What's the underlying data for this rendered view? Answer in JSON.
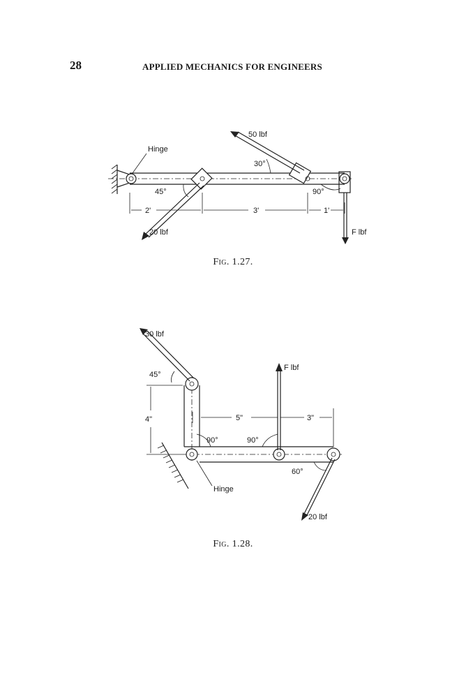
{
  "header": {
    "page_number": "28",
    "running_title": "APPLIED MECHANICS FOR ENGINEERS"
  },
  "figure_1_27": {
    "caption_prefix": "Fig.",
    "caption_number": "1.27.",
    "labels": {
      "hinge": "Hinge",
      "force_top": "50 lbf",
      "force_left": "20 lbf",
      "force_right": "F lbf",
      "angle_30": "30°",
      "angle_45": "45°",
      "angle_90": "90°",
      "dim_2": "2'",
      "dim_3": "3'",
      "dim_1": "1'"
    }
  },
  "figure_1_28": {
    "caption_prefix": "Fig.",
    "caption_number": "1.28.",
    "labels": {
      "force_top": "30 lbf",
      "angle_45": "45°",
      "force_vertical": "F lbf",
      "dim_4": "4\"",
      "dim_5": "5\"",
      "dim_3": "3\"",
      "angle_90_left": "90°",
      "angle_90_mid": "90°",
      "angle_60": "60°",
      "hinge": "Hinge",
      "force_bottom": "20 lbf"
    }
  }
}
